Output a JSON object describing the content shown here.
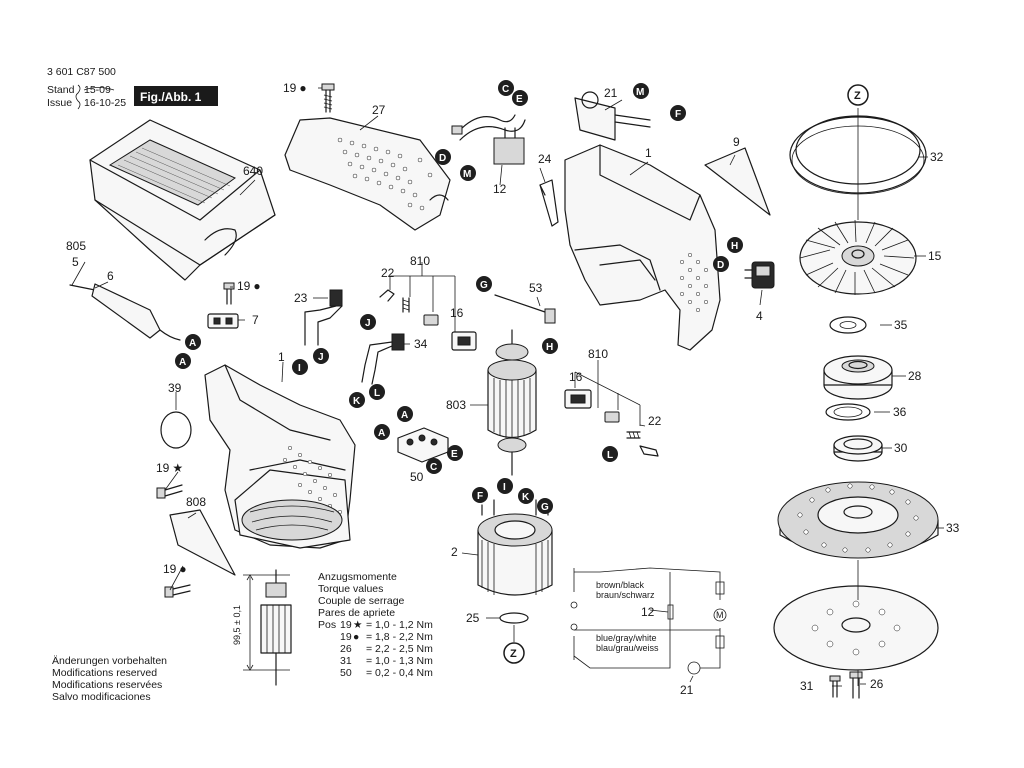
{
  "header": {
    "part_number": "3 601 C87 500",
    "stand_label": "Stand",
    "issue_label": "Issue",
    "stand_value": "15-09",
    "issue_value": "16-10-25",
    "fig_label": "Fig./Abb. 1"
  },
  "callouts": {
    "n1a": "1",
    "n1b": "1",
    "n2": "2",
    "n4": "4",
    "n5": "5",
    "n6": "6",
    "n7": "7",
    "n9": "9",
    "n12a": "12",
    "n12b": "12",
    "n15": "15",
    "n16a": "16",
    "n16b": "16",
    "n19a": "19",
    "n19b": "19",
    "n19c": "19",
    "n19d": "19",
    "n21a": "21",
    "n21b": "21",
    "n22a": "22",
    "n22b": "22",
    "n23": "23",
    "n24": "24",
    "n25": "25",
    "n26": "26",
    "n27": "27",
    "n28": "28",
    "n30": "30",
    "n31": "31",
    "n32": "32",
    "n33": "33",
    "n34": "34",
    "n35": "35",
    "n36": "36",
    "n39": "39",
    "n50": "50",
    "n53": "53",
    "n640": "640",
    "n803": "803",
    "n805": "805",
    "n808": "808",
    "n810a": "810",
    "n810b": "810"
  },
  "symbols": {
    "dot": "●",
    "star": "★"
  },
  "letter_tags": {
    "A": "A",
    "C": "C",
    "D": "D",
    "E": "E",
    "F": "F",
    "G": "G",
    "H": "H",
    "I": "I",
    "J": "J",
    "K": "K",
    "L": "L",
    "M": "M"
  },
  "z_marker": "Z",
  "wiring": {
    "wire_top_1": "brown/black",
    "wire_top_2": "braun/schwarz",
    "wire_bottom_1": "blue/gray/white",
    "wire_bottom_2": "blau/grau/weiss",
    "motor_symbol": "M"
  },
  "dimension": "99,5 ± 0,1",
  "torque": {
    "title_de": "Anzugsmomente",
    "title_en": "Torque values",
    "title_fr": "Couple de serrage",
    "title_es": "Pares de apriete",
    "pos_label": "Pos",
    "rows": [
      {
        "pos": "19",
        "sym": "★",
        "value": "= 1,0 - 1,2 Nm"
      },
      {
        "pos": "19",
        "sym": "●",
        "value": "= 1,8 - 2,2 Nm"
      },
      {
        "pos": "26",
        "sym": "",
        "value": "= 2,2 - 2,5 Nm"
      },
      {
        "pos": "31",
        "sym": "",
        "value": "= 1,0 - 1,3 Nm"
      },
      {
        "pos": "50",
        "sym": "",
        "value": "= 0,2 - 0,4 Nm"
      }
    ]
  },
  "footer": {
    "line1": "Änderungen vorbehalten",
    "line2": "Modifications reserved",
    "line3": "Modifications reservées",
    "line4": "Salvo modificaciones"
  }
}
